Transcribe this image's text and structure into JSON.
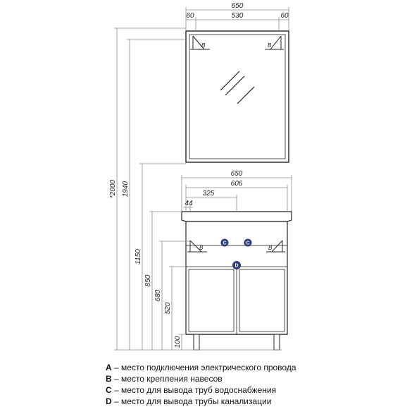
{
  "dimensions": {
    "mirror_width": "650",
    "mirror_left_margin": "60",
    "mirror_inner": "530",
    "mirror_right_margin": "60",
    "cabinet_width": "650",
    "cabinet_inner": "606",
    "basin_center": "325",
    "basin_edge": "44",
    "height_total": "*2000",
    "height_mirror_top": "1940",
    "height_cabinet_top": "1150",
    "height_850": "850",
    "height_680": "680",
    "height_520": "520",
    "height_legs": "100"
  },
  "markers": {
    "b": "B",
    "c": "C",
    "d": "D"
  },
  "legend": [
    {
      "key": "A",
      "text": " – место подключения электрического провода"
    },
    {
      "key": "B",
      "text": " – место крепления навесов"
    },
    {
      "key": "C",
      "text": " – место для вывода труб водоснабжения"
    },
    {
      "key": "D",
      "text": " – место для вывода трубы канализации"
    }
  ]
}
